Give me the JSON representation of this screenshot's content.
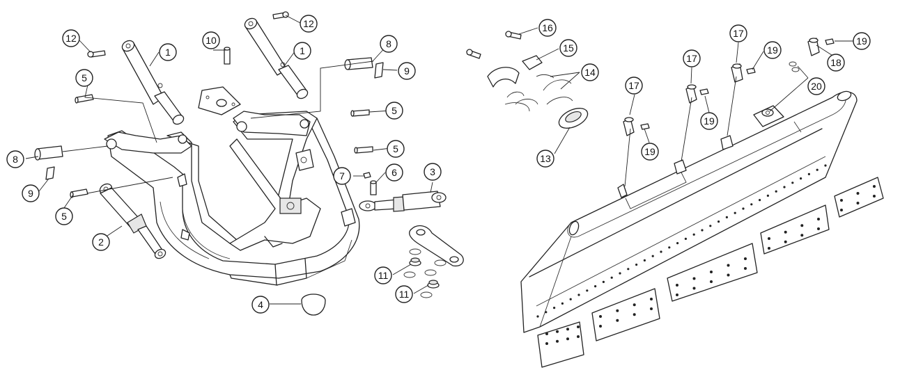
{
  "diagram": {
    "type": "exploded-parts-view",
    "line_color": "#222222",
    "background": "#ffffff",
    "callouts": [
      "1",
      "1",
      "2",
      "3",
      "4",
      "5",
      "5",
      "5",
      "5",
      "6",
      "7",
      "8",
      "8",
      "9",
      "9",
      "10",
      "11",
      "11",
      "12",
      "12",
      "13",
      "14",
      "15",
      "16",
      "17",
      "17",
      "17",
      "18",
      "19",
      "19",
      "19",
      "19",
      "20"
    ]
  }
}
